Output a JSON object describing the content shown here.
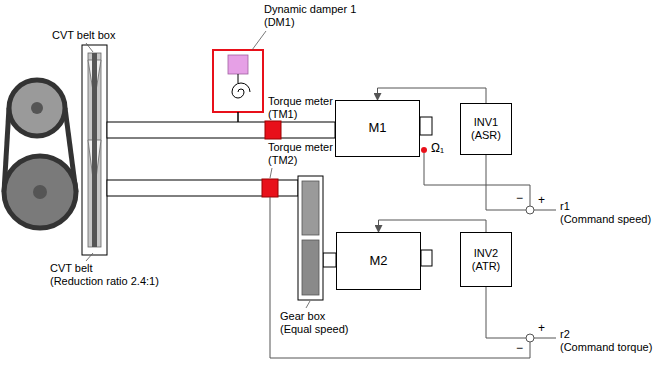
{
  "diagram": {
    "nodes": [
      {
        "text": [
          "M1"
        ]
      },
      {
        "text": [
          "INV1 (ASR)"
        ]
      },
      {
        "text": [
          "M2"
        ]
      },
      {
        "text": [
          "INV2 (ATR)"
        ]
      }
    ],
    "edges": [
      {
        "from": 1,
        "to": 0,
        "arrow": "to"
      },
      {
        "from": 3,
        "to": 2,
        "arrow": "to"
      }
    ],
    "labels": [
      "CVT belt box",
      "Dynamic damper 1 (DM1)",
      "Torque meter (TM1)",
      "Torque meter (TM2)",
      "CVT belt (Reduction ratio 2.4:1)",
      "Gear box (Equal speed)",
      "Ω₁",
      "r1 (Command speed)",
      "r2 (Command torque)",
      "+",
      "−",
      "+",
      "−"
    ]
  }
}
